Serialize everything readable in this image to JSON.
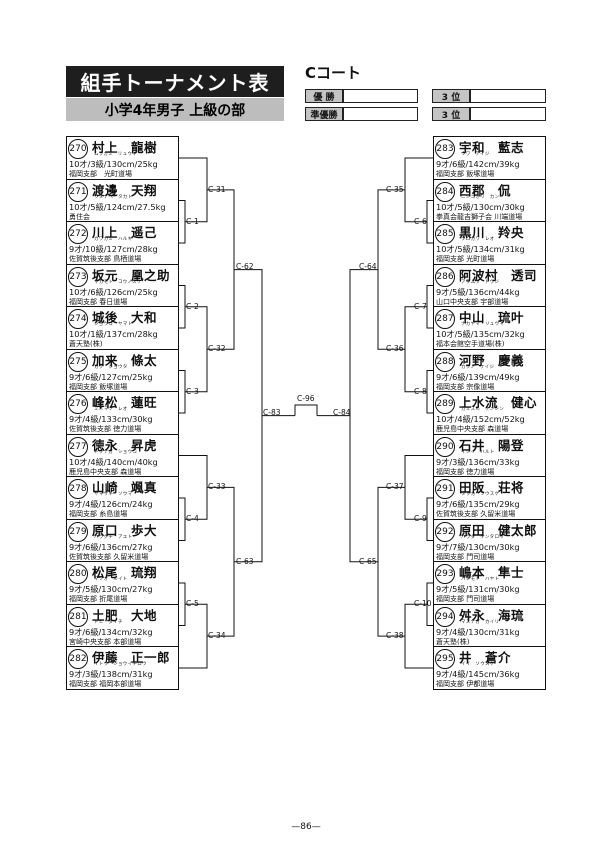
{
  "header": {
    "title": "組手トーナメント表",
    "subtitle": "小学4年男子 上級の部",
    "court": "Cコート"
  },
  "results": {
    "winner_label": "優 勝",
    "runner_label": "準優勝",
    "third_label_1": "3 位",
    "third_label_2": "3 位"
  },
  "left_entries": [
    {
      "num": "270",
      "name": "村上　龍樹",
      "kana": "ムラカミ　リュウキ",
      "info": "10才/3級/130cm/25kg",
      "club": "福岡支部　光町道場"
    },
    {
      "num": "271",
      "name": "渡邊　天翔",
      "kana": "ワタナベ　タカト",
      "info": "10才/5級/124cm/27.5kg",
      "club": "勇住会"
    },
    {
      "num": "272",
      "name": "川上　遥己",
      "kana": "カワカミ　ハルキ",
      "info": "9才/10級/127cm/28kg",
      "club": "佐賀筑後支部 鳥栖道場"
    },
    {
      "num": "273",
      "name": "坂元　凰之助",
      "kana": "サカモト　コウノスケ",
      "info": "10才/6級/126cm/25kg",
      "club": "福岡支部 春日道場"
    },
    {
      "num": "274",
      "name": "城後　大和",
      "kana": "ジョウゴ　ヤマト",
      "info": "10才/1級/137cm/28kg",
      "club": "蒼天塾(株)"
    },
    {
      "num": "275",
      "name": "加来　條太",
      "kana": "カク　ジョウタ",
      "info": "9才/6級/127cm/25kg",
      "club": "福岡支部 飯塚道場"
    },
    {
      "num": "276",
      "name": "峰松　蓮旺",
      "kana": "ミネマツ　レオ",
      "info": "9才/4級/133cm/30kg",
      "club": "佐賀筑後支部 徳力道場"
    },
    {
      "num": "277",
      "name": "徳永　昇虎",
      "kana": "トクナガ　ショウコ",
      "info": "10才/4級/140cm/40kg",
      "club": "鹿児島中央支部 森道場"
    },
    {
      "num": "278",
      "name": "山崎　颯真",
      "kana": "ヤマサキ　ソウマ",
      "info": "9才/4級/126cm/24kg",
      "club": "福岡支部 糸島道場"
    },
    {
      "num": "279",
      "name": "原口　歩大",
      "kana": "ハラグチ　アユト",
      "info": "9才/6級/136cm/27kg",
      "club": "佐賀筑後支部 久留米道場"
    },
    {
      "num": "280",
      "name": "松尾　琉翔",
      "kana": "マツオ　ルイト",
      "info": "9才/5級/130cm/27kg",
      "club": "福岡支部 折尾道場"
    },
    {
      "num": "281",
      "name": "土肥　大地",
      "kana": "ドヒ　ダイチ",
      "info": "9才/6級/134cm/32kg",
      "club": "宮崎中央支部 本部道場"
    },
    {
      "num": "282",
      "name": "伊藤　正一郎",
      "kana": "イトウ　ショウイチロウ",
      "info": "9才/3級/138cm/31kg",
      "club": "福岡支部 福岡本部道場"
    }
  ],
  "right_entries": [
    {
      "num": "283",
      "name": "宇和　藍志",
      "kana": "ウワ　アイジ",
      "info": "9才/6級/142cm/39kg",
      "club": "福岡支部 飯塚道場"
    },
    {
      "num": "284",
      "name": "西郡　侃",
      "kana": "ニシゴオリ　カン",
      "info": "10才/5級/130cm/30kg",
      "club": "拳真会龍吉獅子会 川端道場"
    },
    {
      "num": "285",
      "name": "黒川　羚央",
      "kana": "クロカワ　レオ",
      "info": "10才/5級/134cm/31kg",
      "club": "福岡支部 光町道場"
    },
    {
      "num": "286",
      "name": "阿波村　透司",
      "kana": "アワムラ　トウジ",
      "info": "9才/5級/136cm/44kg",
      "club": "山口中央支部 宇部道場"
    },
    {
      "num": "287",
      "name": "中山　琉叶",
      "kana": "ナカヤマ　リュウマ",
      "info": "10才/5級/135cm/32kg",
      "club": "福本会館空手道場(株)"
    },
    {
      "num": "288",
      "name": "河野　慶義",
      "kana": "カワノ　ケイジ",
      "info": "9才/6級/139cm/49kg",
      "club": "福岡支部 宗像道場"
    },
    {
      "num": "289",
      "name": "上水流　健心",
      "kana": "カミズル　ケンシン",
      "info": "10才/4級/152cm/52kg",
      "club": "鹿児島中央支部 森道場"
    },
    {
      "num": "290",
      "name": "石井　陽登",
      "kana": "イシイ　ハルト",
      "info": "9才/3級/136cm/33kg",
      "club": "福岡支部 徳力道場"
    },
    {
      "num": "291",
      "name": "田阪　荘将",
      "kana": "タサカ　ソウスケ",
      "info": "9才/6級/135cm/29kg",
      "club": "佐賀筑後支部 久留米道場"
    },
    {
      "num": "292",
      "name": "原田　健太郎",
      "kana": "ハラダ　ケンタロウ",
      "info": "9才/7級/130cm/30kg",
      "club": "福岡支部 門司道場"
    },
    {
      "num": "293",
      "name": "嶋本　隼士",
      "kana": "ハシモト　ハヤト",
      "info": "9才/5級/131cm/30kg",
      "club": "福岡支部 門司道場"
    },
    {
      "num": "294",
      "name": "舛永　海琉",
      "kana": "マスナガ　カイリ",
      "info": "9才/4級/130cm/31kg",
      "club": "蒼天塾(株)"
    },
    {
      "num": "295",
      "name": "井　蒼介",
      "kana": "イイ　ソウスケ",
      "info": "9才/4級/145cm/36kg",
      "club": "福岡支部 伊都道場"
    }
  ],
  "matches": {
    "c1": "C-1",
    "c2": "C-2",
    "c3": "C-3",
    "c4": "C-4",
    "c5": "C-5",
    "c6": "C-6",
    "c7": "C-7",
    "c8": "C-8",
    "c9": "C-9",
    "c10": "C-10",
    "c31": "C-31",
    "c32": "C-32",
    "c33": "C-33",
    "c34": "C-34",
    "c35": "C-35",
    "c36": "C-36",
    "c37": "C-37",
    "c38": "C-38",
    "c62": "C-62",
    "c63": "C-63",
    "c64": "C-64",
    "c65": "C-65",
    "c83": "C-83",
    "c84": "C-84",
    "c96": "C-96"
  },
  "footer": "—86—"
}
